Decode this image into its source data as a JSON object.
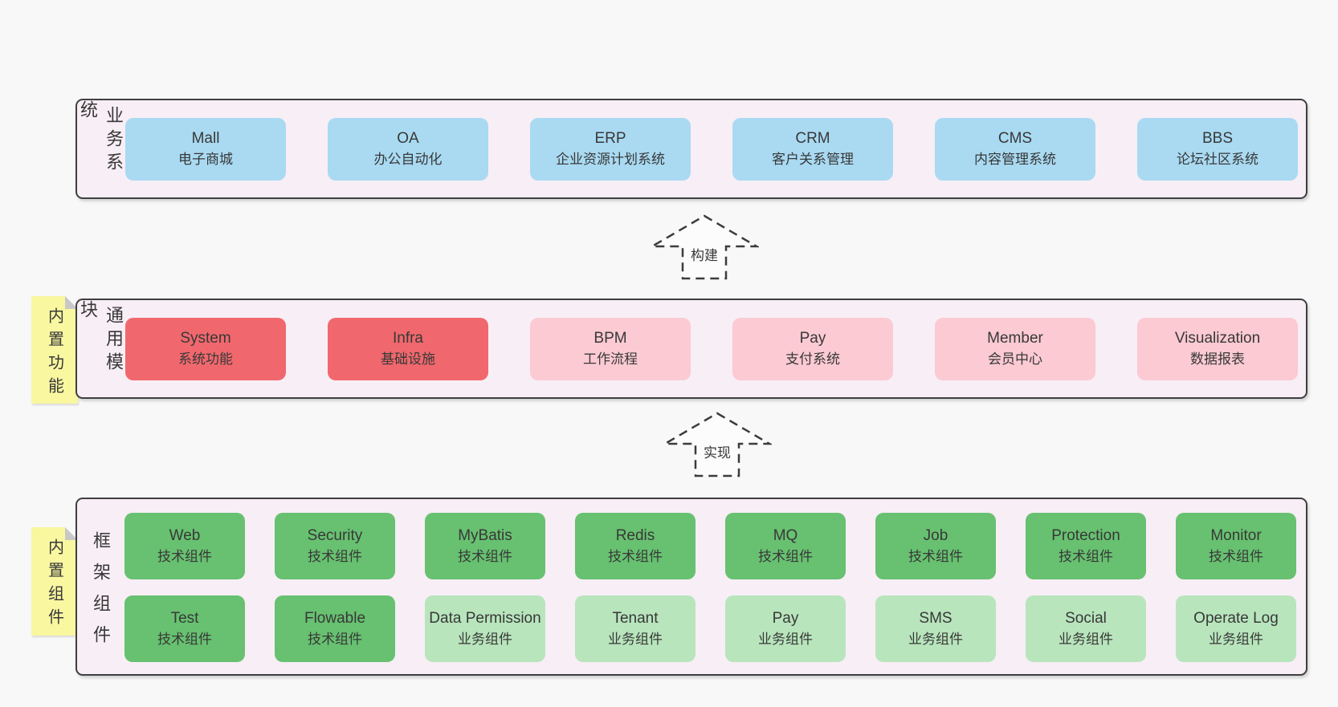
{
  "colors": {
    "pageBg": "#f8f8f8",
    "layerBg": "#f8eef6",
    "borderC": "#3f3f3f",
    "blue": "#a9daf2",
    "red": "#f0686d",
    "pink": "#fbcad3",
    "greenDark": "#67c170",
    "greenLight": "#b8e5bc",
    "sticky": "#f9f7a0",
    "fold": "#c8c8c8",
    "text": "#383838"
  },
  "arrows": [
    {
      "label": "构建"
    },
    {
      "label": "实现"
    }
  ],
  "layers": [
    {
      "label": "业务系统",
      "boxes": [
        {
          "name": "Mall",
          "desc": "电子商城"
        },
        {
          "name": "OA",
          "desc": "办公自动化"
        },
        {
          "name": "ERP",
          "desc": "企业资源计划系统"
        },
        {
          "name": "CRM",
          "desc": "客户关系管理"
        },
        {
          "name": "CMS",
          "desc": "内容管理系统"
        },
        {
          "name": "BBS",
          "desc": "论坛社区系统"
        }
      ]
    },
    {
      "label": "通用模块",
      "sticky": "内置功能",
      "boxes": [
        {
          "name": "System",
          "desc": "系统功能"
        },
        {
          "name": "Infra",
          "desc": "基础设施"
        },
        {
          "name": "BPM",
          "desc": "工作流程"
        },
        {
          "name": "Pay",
          "desc": "支付系统"
        },
        {
          "name": "Member",
          "desc": "会员中心"
        },
        {
          "name": "Visualization",
          "desc": "数据报表"
        }
      ]
    },
    {
      "label": "框架组件",
      "sticky": "内置组件",
      "rows": [
        [
          {
            "name": "Web",
            "desc": "技术组件"
          },
          {
            "name": "Security",
            "desc": "技术组件"
          },
          {
            "name": "MyBatis",
            "desc": "技术组件"
          },
          {
            "name": "Redis",
            "desc": "技术组件"
          },
          {
            "name": "MQ",
            "desc": "技术组件"
          },
          {
            "name": "Job",
            "desc": "技术组件"
          },
          {
            "name": "Protection",
            "desc": "技术组件"
          },
          {
            "name": "Monitor",
            "desc": "技术组件"
          }
        ],
        [
          {
            "name": "Test",
            "desc": "技术组件"
          },
          {
            "name": "Flowable",
            "desc": "技术组件"
          },
          {
            "name": "Data Permission",
            "desc": "业务组件"
          },
          {
            "name": "Tenant",
            "desc": "业务组件"
          },
          {
            "name": "Pay",
            "desc": "业务组件"
          },
          {
            "name": "SMS",
            "desc": "业务组件"
          },
          {
            "name": "Social",
            "desc": "业务组件"
          },
          {
            "name": "Operate Log",
            "desc": "业务组件"
          }
        ]
      ]
    }
  ]
}
